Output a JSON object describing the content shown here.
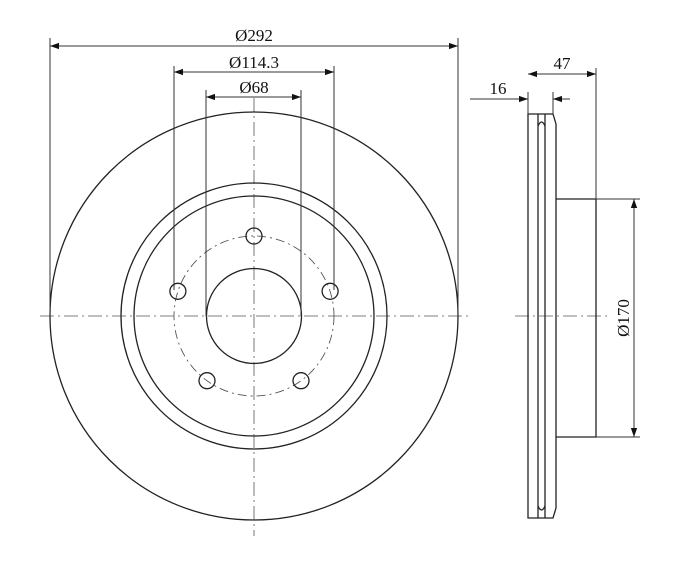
{
  "drawing": {
    "type": "brake-disc-technical-drawing",
    "line_color": "#222222",
    "background": "#ffffff"
  },
  "dimensions": {
    "outer_diameter": "Ø292",
    "bolt_circle": "Ø114.3",
    "center_bore": "Ø68",
    "thickness": "16",
    "height": "47",
    "hat_diameter": "Ø170"
  },
  "bolt_holes": {
    "count": 5
  }
}
